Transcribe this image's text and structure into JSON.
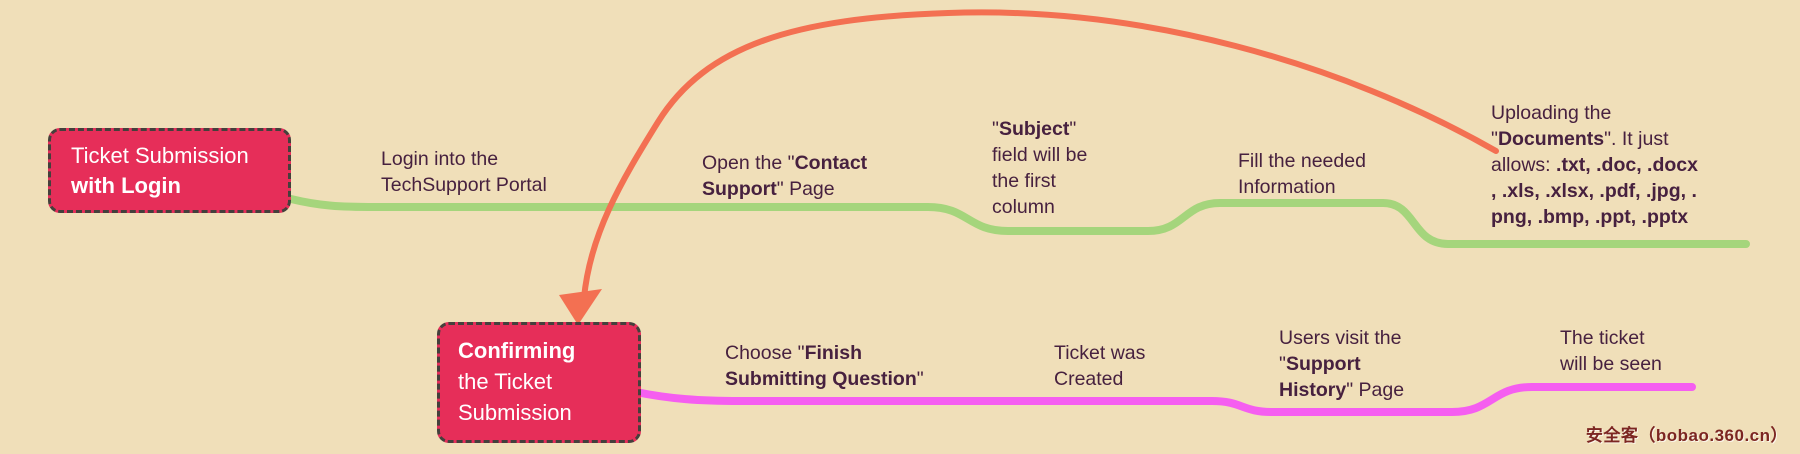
{
  "colors": {
    "background": "#F0DFB9",
    "box_fill": "#E62E59",
    "box_border": "#44403C",
    "box_text": "#FFFFFF",
    "node_text": "#47213F",
    "branch_top": "#A5D57C",
    "branch_bottom": "#F55EF0",
    "arrow": "#F37052",
    "watermark": "#7C2622"
  },
  "topics": [
    {
      "name": "Ticket Submission with Login",
      "lines": [
        [
          {
            "t": "Ticket Submission"
          }
        ],
        [
          {
            "t": "with Login",
            "b": 1
          }
        ]
      ]
    },
    {
      "name": "Confirming the Ticket Submission",
      "lines": [
        [
          {
            "t": "Confirming",
            "b": 1
          }
        ],
        [
          {
            "t": "the Ticket"
          }
        ],
        [
          {
            "t": "Submission"
          }
        ]
      ]
    }
  ],
  "nodes": [
    {
      "name": "Login into the TechSupport Portal",
      "lines": [
        [
          {
            "t": "Login into the"
          }
        ],
        [
          {
            "t": "TechSupport Portal"
          }
        ]
      ]
    },
    {
      "name": "Open the Contact Support Page",
      "lines": [
        [
          {
            "t": "Open the \""
          },
          {
            "t": "Contact",
            "b": 1
          }
        ],
        [
          {
            "t": "Support",
            "b": 1
          },
          {
            "t": "\" Page"
          }
        ]
      ]
    },
    {
      "name": "Subject field will be the first column",
      "lines": [
        [
          {
            "t": "\""
          },
          {
            "t": "Subject",
            "b": 1
          },
          {
            "t": "\""
          }
        ],
        [
          {
            "t": "field will be"
          }
        ],
        [
          {
            "t": "the first"
          }
        ],
        [
          {
            "t": "column"
          }
        ]
      ]
    },
    {
      "name": "Fill the needed Information",
      "lines": [
        [
          {
            "t": "Fill the needed"
          }
        ],
        [
          {
            "t": "Information"
          }
        ]
      ]
    },
    {
      "name": "Uploading the Documents allowed types",
      "lines": [
        [
          {
            "t": "Uploading the"
          }
        ],
        [
          {
            "t": "\""
          },
          {
            "t": "Documents",
            "b": 1
          },
          {
            "t": "\". It just"
          }
        ],
        [
          {
            "t": "allows: "
          },
          {
            "t": ".txt, .doc, .docx",
            "b": 1
          }
        ],
        [
          {
            "t": ", .xls, .xlsx, .pdf, .jpg, .",
            "b": 1
          }
        ],
        [
          {
            "t": "png, .bmp, .ppt, .pptx",
            "b": 1
          }
        ]
      ]
    },
    {
      "name": "Choose Finish Submitting Question",
      "lines": [
        [
          {
            "t": "Choose \""
          },
          {
            "t": "Finish",
            "b": 1
          }
        ],
        [
          {
            "t": "Submitting Question",
            "b": 1
          },
          {
            "t": "\""
          }
        ]
      ]
    },
    {
      "name": "Ticket was Created",
      "lines": [
        [
          {
            "t": "Ticket was"
          }
        ],
        [
          {
            "t": "Created"
          }
        ]
      ]
    },
    {
      "name": "Users visit the Support History Page",
      "lines": [
        [
          {
            "t": "Users visit the"
          }
        ],
        [
          {
            "t": "\""
          },
          {
            "t": "Support",
            "b": 1
          }
        ],
        [
          {
            "t": "History",
            "b": 1
          },
          {
            "t": "\" Page"
          }
        ]
      ]
    },
    {
      "name": "The ticket will be seen",
      "lines": [
        [
          {
            "t": "The ticket"
          }
        ],
        [
          {
            "t": "will be seen"
          }
        ]
      ]
    }
  ],
  "watermark": {
    "text": "安全客（bobao.360.cn）"
  }
}
